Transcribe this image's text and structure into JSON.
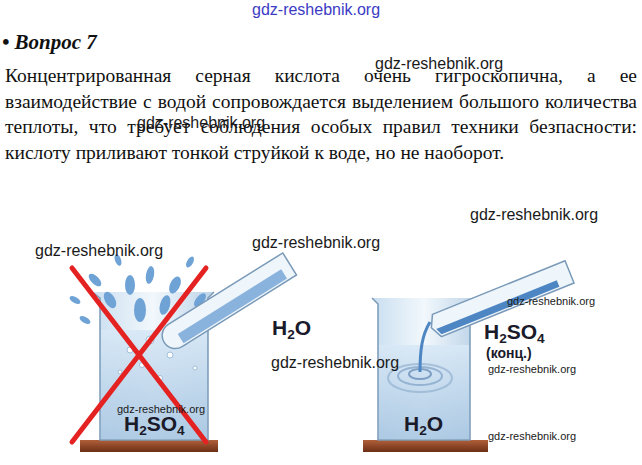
{
  "diagram": {
    "title": "• Вопрос 7",
    "nodes": [
      {
        "text": [
          "H2SO4"
        ]
      },
      {
        "text": [
          "H2O"
        ]
      }
    ],
    "labels": [
      "gdz-reshebnik.org",
      "Концентрированная серная кислота очень гигроскопична, а ее взаимодействие с водой сопровождается выделением большого количества теплоты, что требует соблюдения особых правил техники безпасности: кислоту приливают тонкой струйкой к воде, но не наоборот.",
      "gdz-reshebnik.org",
      "gdz-reshebnik.org",
      "gdz-reshebnik.org",
      "gdz-reshebnik.org",
      "gdz-reshebnik.org",
      "H2O",
      "gdz-reshebnik.org",
      "H2SO4",
      "(конц.)",
      "gdz-reshebnik.org",
      "gdz-reshebnik.org",
      "gdz-reshebnik.org",
      "gdz-reshebnik.org"
    ]
  }
}
